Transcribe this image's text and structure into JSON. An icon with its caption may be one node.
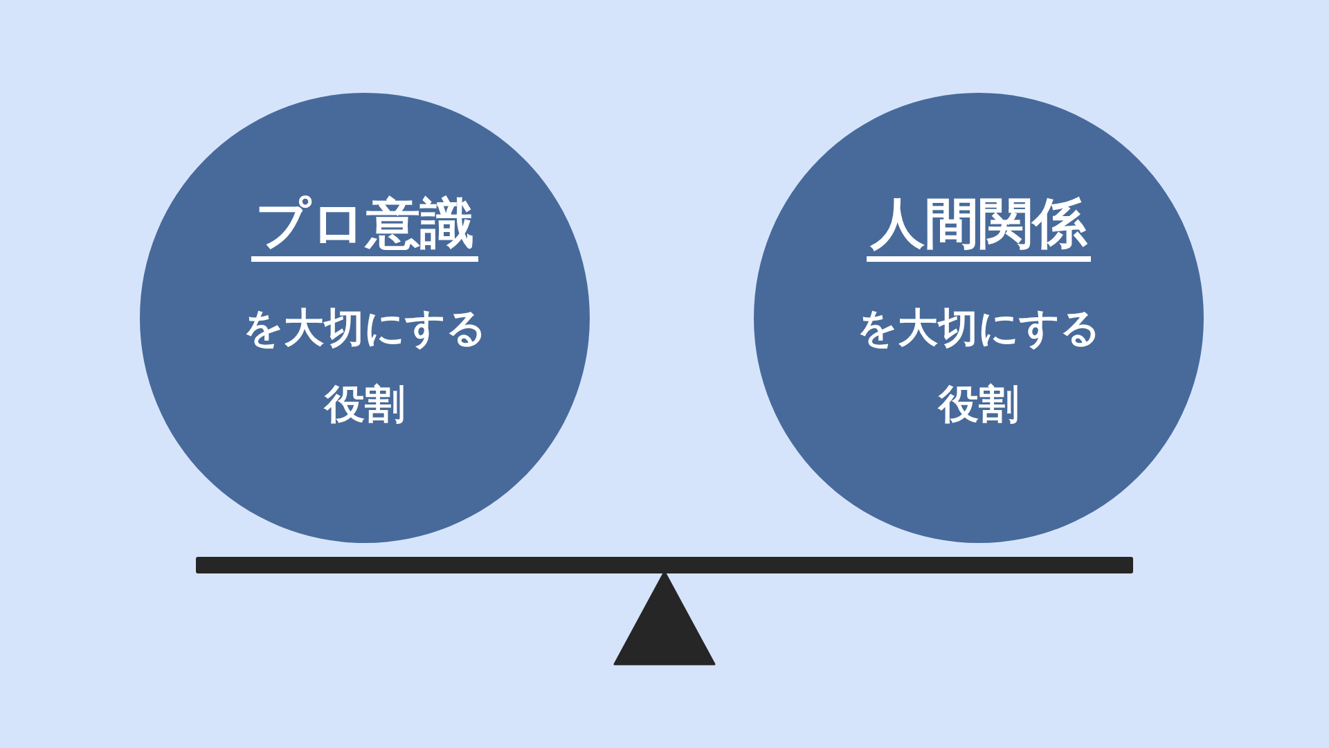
{
  "diagram": {
    "nodes": [
      {
        "text": [
          "プロ意識",
          "を大切にする役割"
        ]
      },
      {
        "text": [
          "人間関係",
          "を大切にする役割"
        ]
      }
    ]
  }
}
